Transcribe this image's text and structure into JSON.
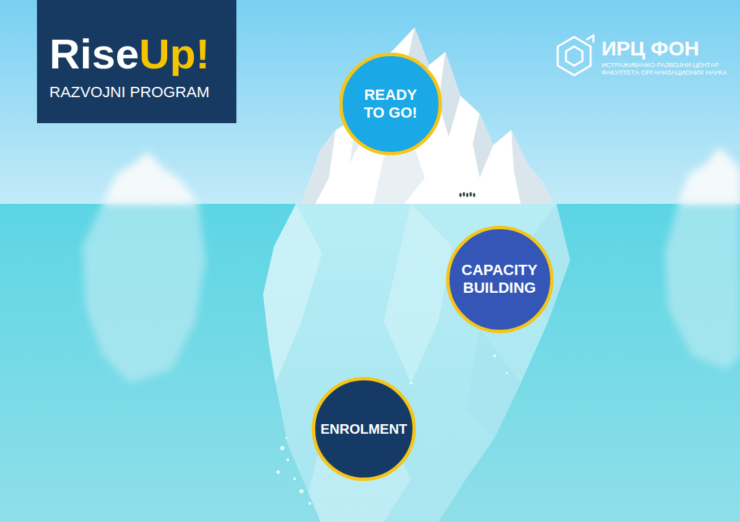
{
  "diagram": {
    "nodes": [
      {
        "text": [
          "RiseUp!",
          "RAZVOJNI PROGRAM"
        ]
      },
      {
        "text": [
          "READY TO GO!"
        ]
      },
      {
        "text": [
          "CAPACITY BUILDING"
        ]
      },
      {
        "text": [
          "ENROLMENT"
        ]
      }
    ],
    "labels": [
      "ИРЦ ФОН",
      "ИСТРАЖИВАЧКО-РАЗВОЈНИ ЦЕНТАР",
      "ФАКУЛТЕТА ОРГАНИЗАЦИОНИХ НАУКА"
    ]
  }
}
